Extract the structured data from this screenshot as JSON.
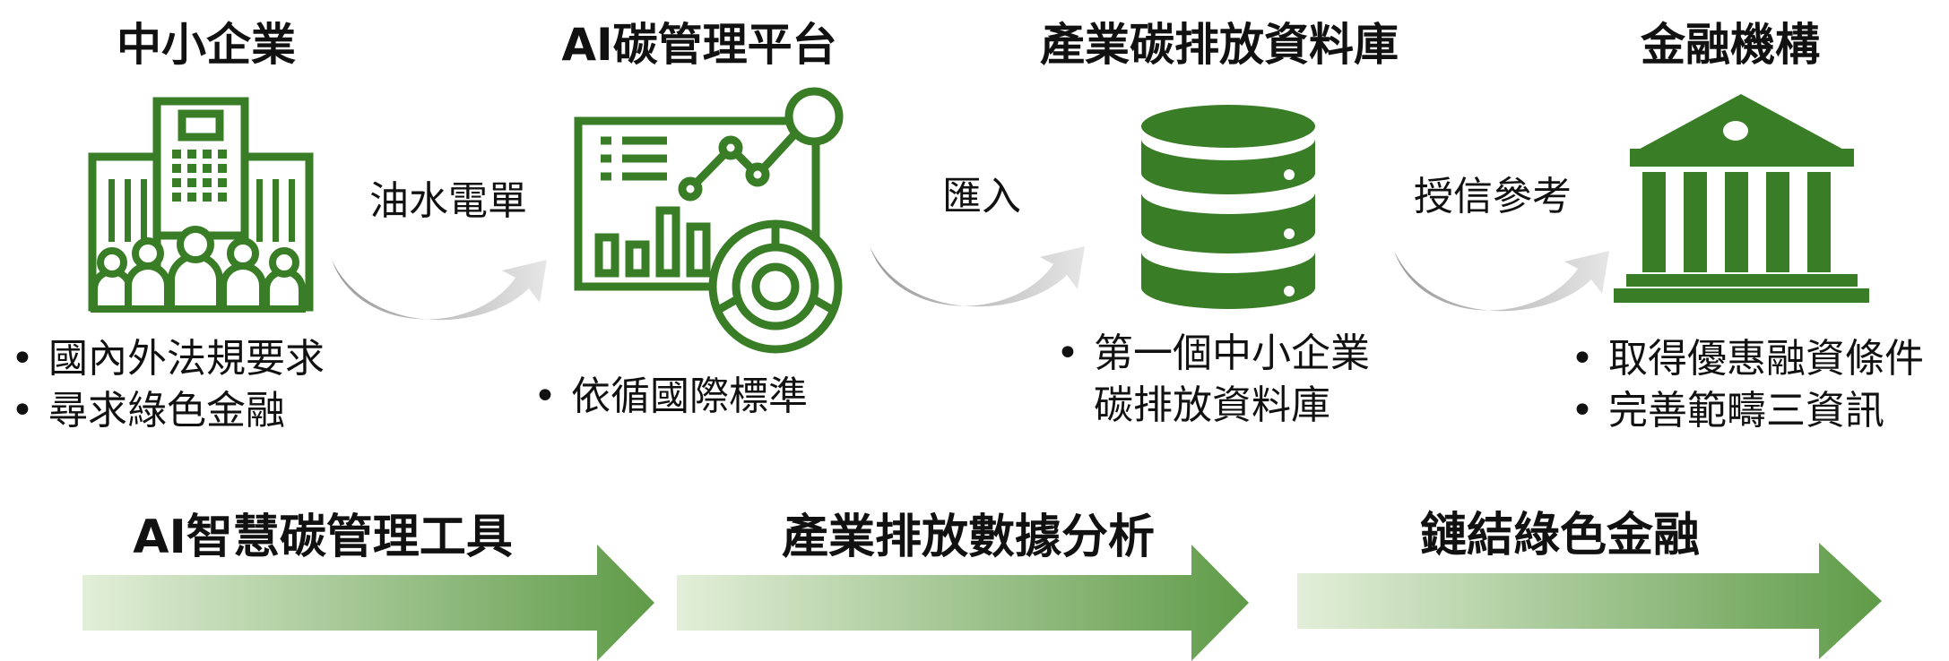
{
  "colors": {
    "accent": "#3a7d27",
    "arrow_gray": "#b5b5b5",
    "arrow_green_start": "#e3efd9",
    "arrow_green_end": "#5f9b48"
  },
  "stages": [
    {
      "title": "中小企業",
      "icon": "office-building-people-icon",
      "bullets": [
        "國內外法規要求",
        "尋求綠色金融"
      ]
    },
    {
      "title": "AI碳管理平台",
      "icon": "analytics-dashboard-icon",
      "bullets": [
        "依循國際標準"
      ]
    },
    {
      "title": "產業碳排放資料庫",
      "icon": "database-icon",
      "bullets": [
        "第一個中小企業",
        "碳排放資料庫"
      ]
    },
    {
      "title": "金融機構",
      "icon": "bank-icon",
      "bullets": [
        "取得優惠融資條件",
        "完善範疇三資訊"
      ]
    }
  ],
  "flows": [
    "油水電單",
    "匯入",
    "授信參考"
  ],
  "bullet_symbol": "•",
  "bottom": [
    "AI智慧碳管理工具",
    "產業排放數據分析",
    "鏈結綠色金融"
  ]
}
